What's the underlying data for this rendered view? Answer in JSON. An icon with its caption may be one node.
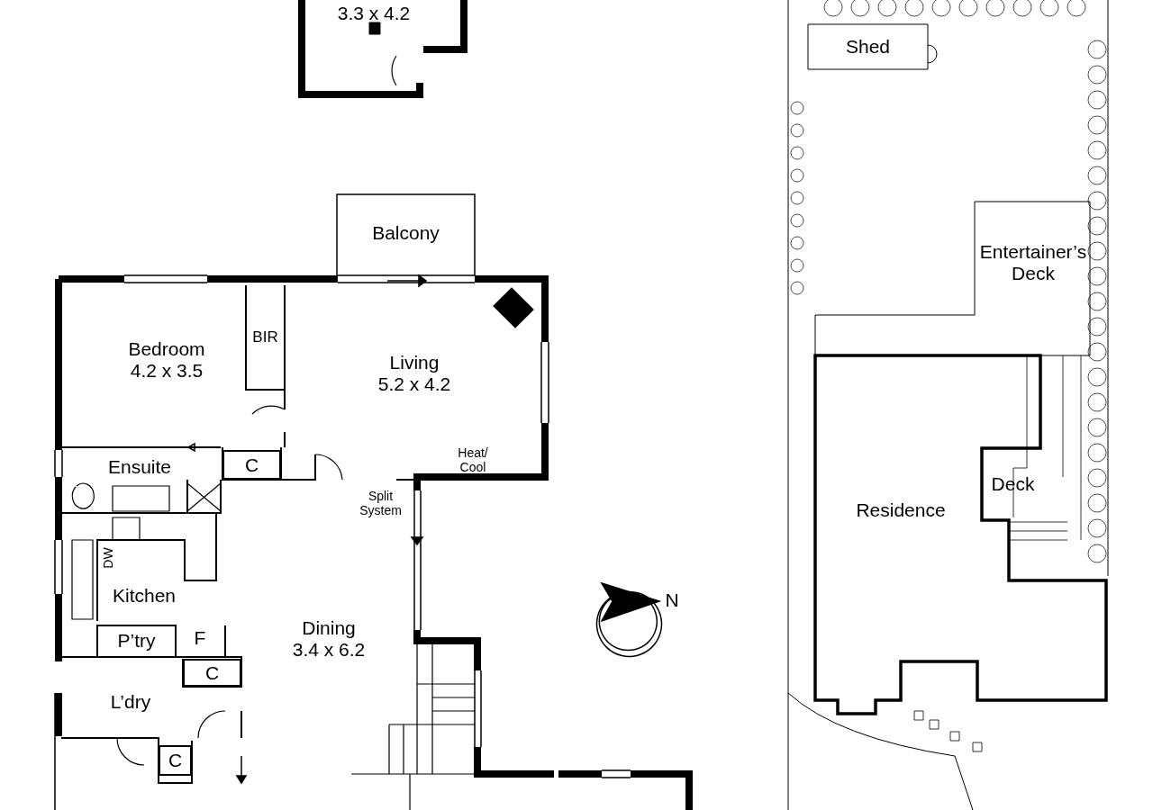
{
  "diagram": {
    "nodes": [
      {
        "text": [
          "3.3 x 4.2"
        ]
      },
      {
        "text": [
          "Balcony"
        ]
      },
      {
        "text": [
          "Bedroom",
          "4.2 x 3.5"
        ]
      },
      {
        "text": [
          "BIR"
        ]
      },
      {
        "text": [
          "Living",
          "5.2 x 4.2"
        ]
      },
      {
        "text": [
          "Ensuite"
        ]
      },
      {
        "text": [
          "C"
        ]
      },
      {
        "text": [
          "Kitchen"
        ]
      },
      {
        "text": [
          "P’try"
        ]
      },
      {
        "text": [
          "Dining",
          "3.4 x 6.2"
        ]
      },
      {
        "text": [
          "C"
        ]
      },
      {
        "text": [
          "L’dry"
        ]
      },
      {
        "text": [
          "C"
        ]
      },
      {
        "text": [
          "Shed"
        ]
      },
      {
        "text": [
          "Entertainer’s Deck"
        ]
      },
      {
        "text": [
          "Residence"
        ]
      },
      {
        "text": [
          "Deck"
        ]
      }
    ],
    "edges": [],
    "labels": [
      "Heat/ Cool",
      "Split System",
      "DW",
      "F",
      "N"
    ]
  }
}
